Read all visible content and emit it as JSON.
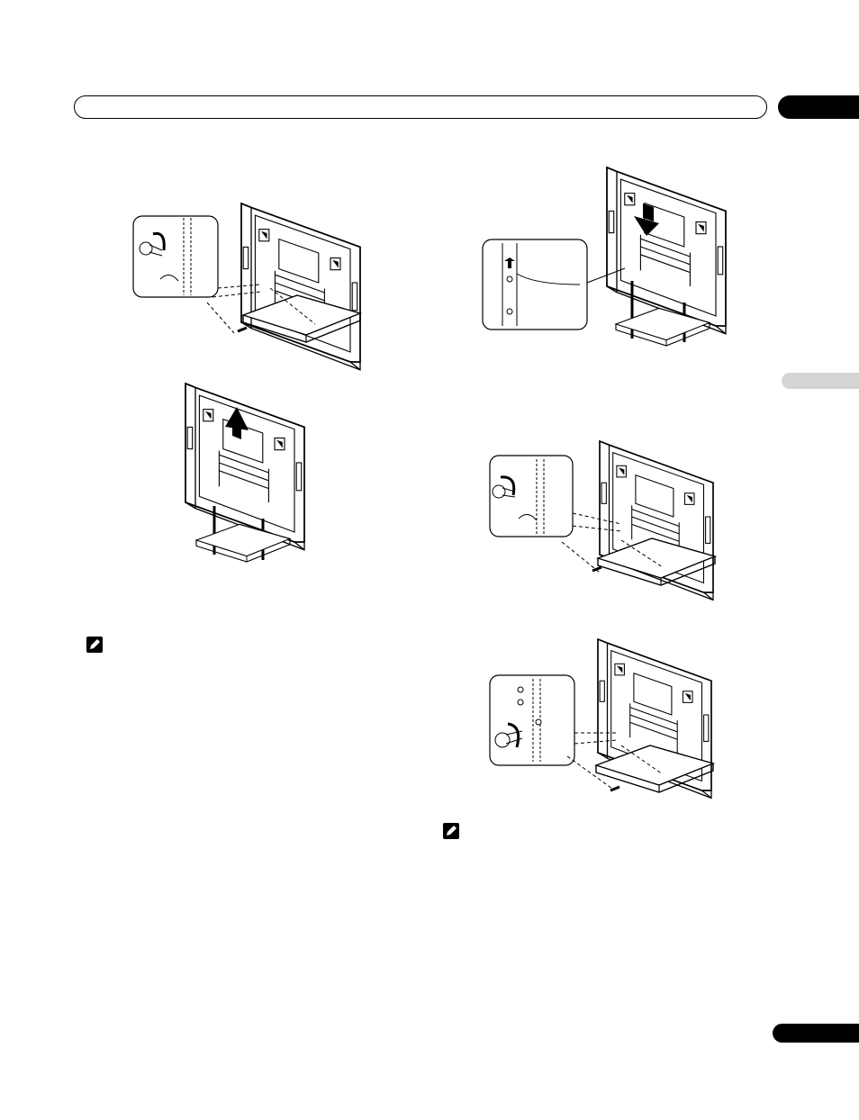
{
  "header": {
    "title": "",
    "chapter_number": ""
  },
  "side_tab": {
    "label": ""
  },
  "page": {
    "number": ""
  },
  "figures": [
    {
      "id": "fig-remove-screw",
      "icons": [
        "tv-rear-icon",
        "screw-icon",
        "rotate-arrow-icon"
      ]
    },
    {
      "id": "fig-lift-display",
      "icons": [
        "tv-rear-icon",
        "up-arrow-icon"
      ]
    },
    {
      "id": "fig-lower-display",
      "icons": [
        "tv-rear-icon",
        "down-arrow-icon"
      ]
    },
    {
      "id": "fig-attach-screw",
      "icons": [
        "tv-rear-icon",
        "screw-icon",
        "rotate-arrow-icon"
      ]
    },
    {
      "id": "fig-tighten-screw",
      "icons": [
        "tv-rear-icon",
        "screw-icon",
        "rotate-arrow-icon"
      ]
    }
  ],
  "notes": [
    {
      "icon": "note-pencil-icon"
    },
    {
      "icon": "note-pencil-icon"
    }
  ],
  "colors": {
    "ink": "#000000",
    "tab_gray": "#d4d4d4"
  }
}
